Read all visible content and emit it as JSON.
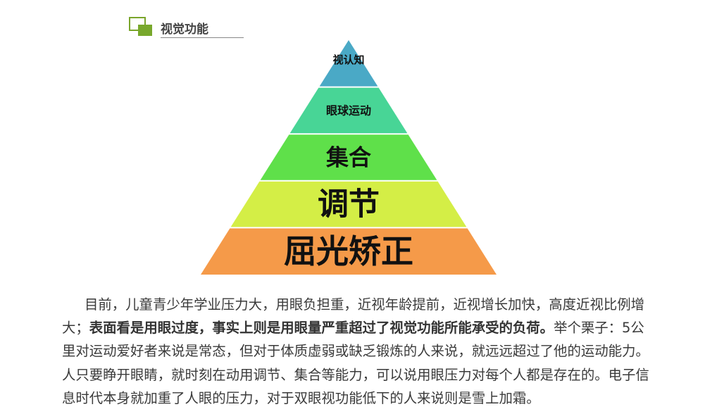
{
  "section": {
    "title": "视觉功能",
    "accent_color": "#78a82c"
  },
  "pyramid": {
    "layers": [
      {
        "label": "视认知",
        "color": "#4aa9c6"
      },
      {
        "label": "眼球运动",
        "color": "#48d596"
      },
      {
        "label": "集合",
        "color": "#5fe04a"
      },
      {
        "label": "调节",
        "color": "#d4ee46"
      },
      {
        "label": "屈光矫正",
        "color": "#f59a49"
      }
    ]
  },
  "paragraph": {
    "lines": [
      {
        "text": "目前，儿童青少年学业压力大，用眼负担重，近视年龄提前，近视增长加快，高度近视比例增"
      },
      {
        "pre": "大；",
        "bold": "表面看是用眼过度，事实上则是用眼量严重超过了视觉功能所能承受的负荷。",
        "post": "举个栗子：5公"
      },
      {
        "text": "里对运动爱好者来说是常态，但对于体质虚弱或缺乏锻炼的人来说，就远远超过了他的运动能力。"
      },
      {
        "text": "人只要睁开眼睛，就时刻在动用调节、集合等能力，可以说用眼压力对每个人都是存在的。电子信"
      },
      {
        "text": "息时代本身就加重了人眼的压力，对于双眼视功能低下的人来说则是雪上加霜。"
      }
    ]
  }
}
